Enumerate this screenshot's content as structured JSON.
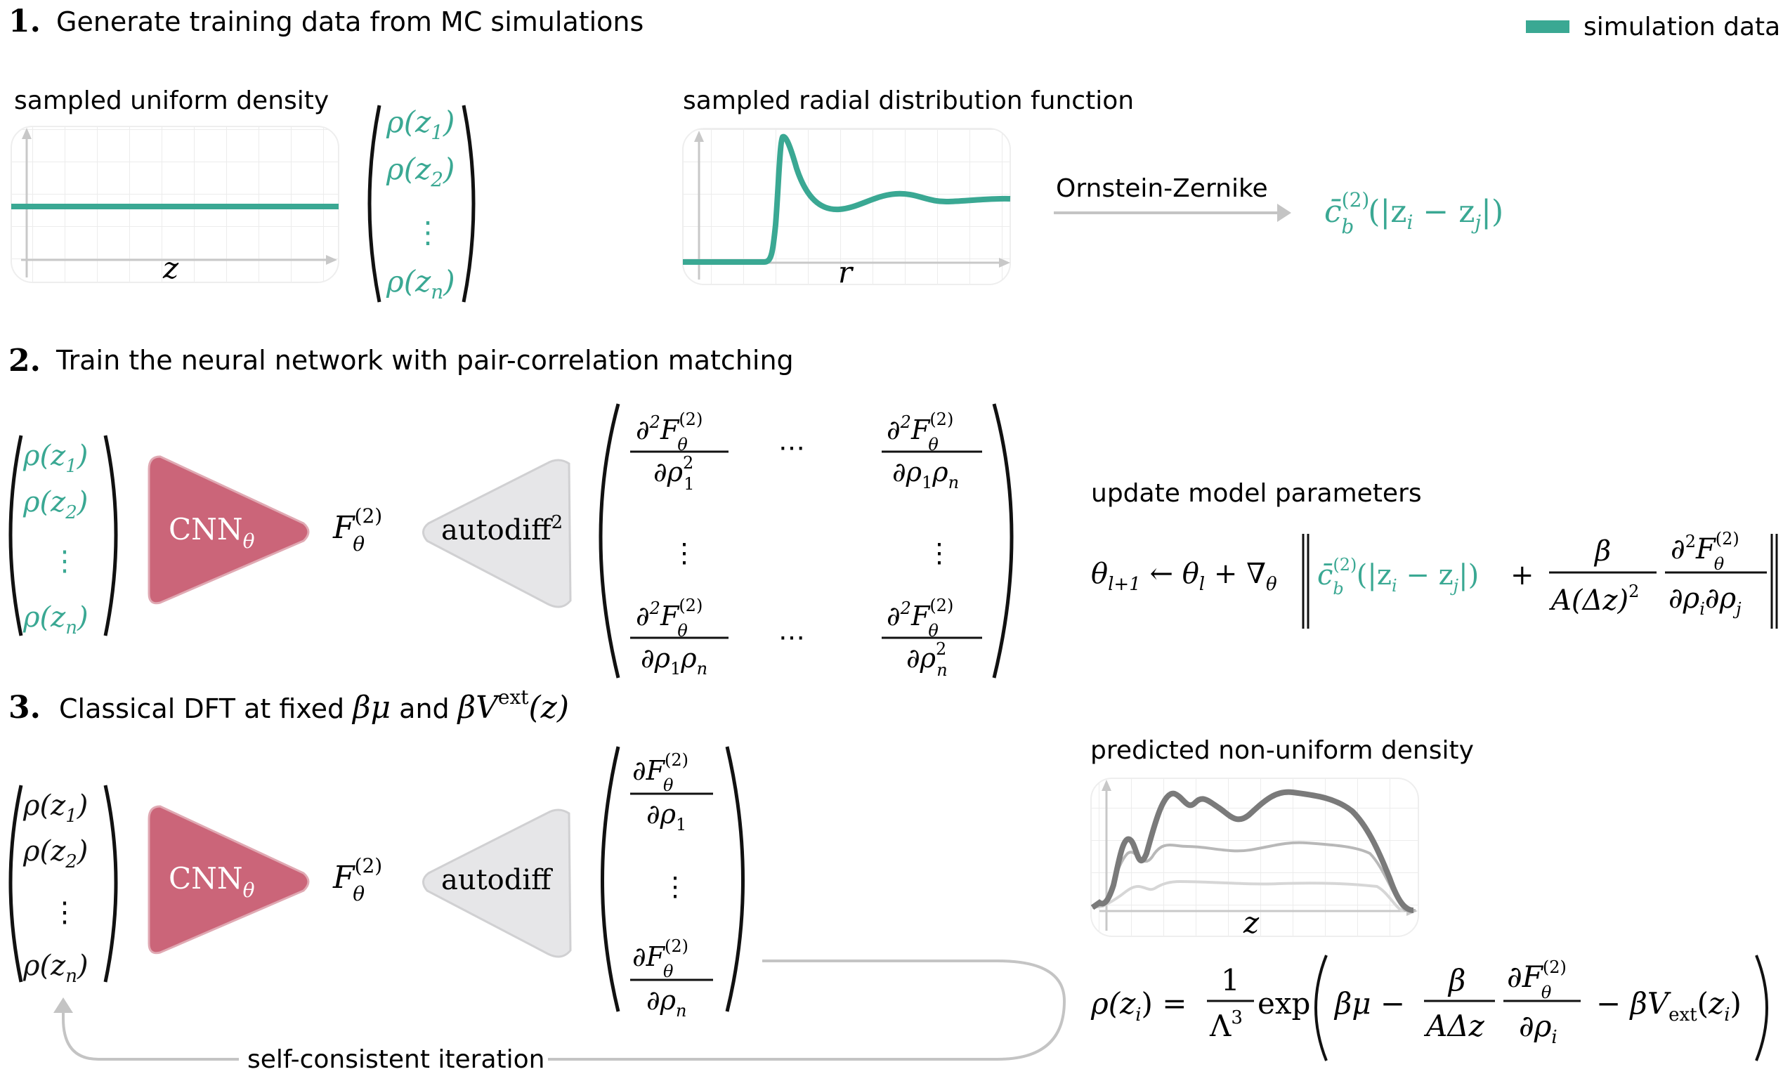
{
  "colors": {
    "teal": "#3aa893",
    "cnn": "#cb6579",
    "gray_box": "#e6e6e8",
    "arrow": "#c4c4c4",
    "curve_dark": "#7a7a7a",
    "curve_mid": "#b8b8b8",
    "curve_light": "#d6d6d6"
  },
  "legend": {
    "label": "simulation data"
  },
  "step1": {
    "number": "1.",
    "title": "Generate training data from MC simulations",
    "density_label": "sampled uniform density",
    "density_axis": "z",
    "rdf_label": "sampled radial distribution function",
    "rdf_axis": "r",
    "oz_label": "Ornstein-Zernike",
    "c_symbol": "c̄",
    "c_sub": "b",
    "c_sup": "(2)",
    "c_arg": "(|z",
    "c_arg_i": "i",
    "c_arg_mid": " − z",
    "c_arg_j": "j",
    "c_arg_end": "|)",
    "vector": [
      "ρ(z",
      "ρ(z",
      "⋮",
      "ρ(z"
    ],
    "vector_subs": [
      "1",
      "2",
      "",
      "n"
    ]
  },
  "step2": {
    "number": "2.",
    "title": "Train the neural network with pair-correlation matching",
    "cnn_label": "CNN",
    "cnn_sub": "θ",
    "F_label": "F",
    "F_sub": "θ",
    "F_sup": "(2)",
    "autodiff_label": "autodiff",
    "autodiff_sup": "2",
    "update_label": "update model parameters",
    "hessian_num": "∂²F",
    "hessian_den11": "∂ρ",
    "dots": "⋯",
    "vdots": "⋮"
  },
  "step3": {
    "number": "3.",
    "title": "Classical DFT at fixed",
    "title_beta_mu": "βμ",
    "title_and": "and",
    "title_beta_v": "βV",
    "title_ext": "ext",
    "title_arg": "(z)",
    "cnn_label": "CNN",
    "cnn_sub": "θ",
    "autodiff_label": "autodiff",
    "predicted_label": "predicted non-uniform density",
    "predicted_axis": "z",
    "loop_label": "self-consistent iteration"
  }
}
